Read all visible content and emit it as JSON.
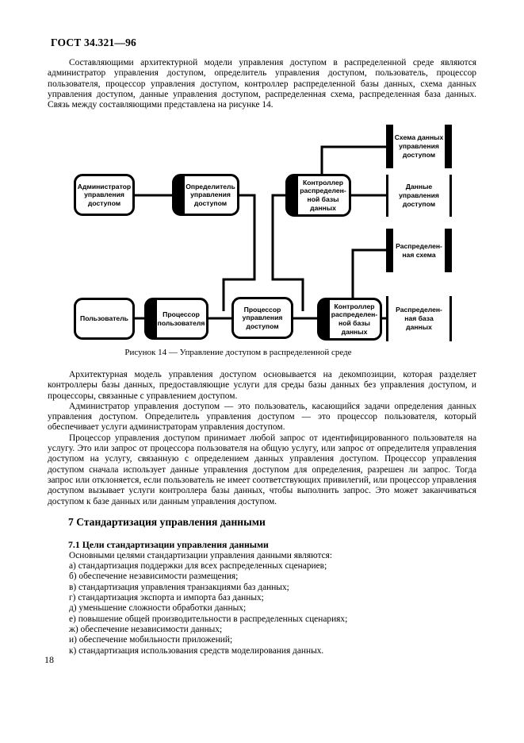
{
  "colors": {
    "ink": "#000000",
    "paper": "#ffffff"
  },
  "page": {
    "header": "ГОСТ 34.321—96",
    "page_number": "18"
  },
  "paragraphs": {
    "p1": "Составляющими архитектурной модели управления доступом в распределенной среде являются администратор управления доступом, определитель управления доступом, пользователь, процессор пользователя, процессор управления доступом, контроллер распределенной базы данных, схема данных управления доступом, данные управления доступом, распределенная схема, распределенная база данных. Связь между составляющими представлена на рисунке 14.",
    "p2": "Архитектурная модель управления доступом основывается на декомпозиции, которая разделяет контроллеры базы данных, предоставляющие услуги для среды базы данных без управления доступом, и процессоры, связанные с управлением доступом.",
    "p3": "Администратор управления доступом — это пользователь, касающийся задачи определения данных управления доступом. Определитель управления доступом — это процессор пользователя, который обеспечивает услуги администраторам управления доступом.",
    "p4": "Процессор управления доступом принимает любой запрос от идентифицированного пользователя на услугу. Это или запрос от процессора пользователя на общую услугу, или запрос от определителя управления доступом на услугу, связанную с определением данных управления доступом. Процессор управления доступом сначала использует данные управления доступом для определения, разрешен ли запрос. Тогда запрос или отклоняется, если пользователь не имеет соответствующих привилегий, или процессор управления доступом вызывает услуги контроллера базы данных, чтобы выполнить запрос. Это может заканчиваться доступом к базе данных или данным управления доступом."
  },
  "figure": {
    "caption": "Рисунок 14 — Управление доступом в распределенной среде",
    "nodes": {
      "administrator": {
        "label": "Администратор\nуправления\nдоступом"
      },
      "definer": {
        "label": "Определитель\nуправления\nдоступом"
      },
      "controller_top": {
        "label": "Контроллер\nраспределен-\nной базы\nданных"
      },
      "user": {
        "label": "Пользователь"
      },
      "user_processor": {
        "label": "Процессор\nпользователя"
      },
      "access_processor": {
        "label": "Процессор\nуправления\nдоступом"
      },
      "controller_bottom": {
        "label": "Контроллер\nраспределен-\nной базы\nданных"
      }
    },
    "stores": {
      "access_schema": {
        "label": "Схема данных\nуправления\nдоступом"
      },
      "access_data": {
        "label": "Данные\nуправления\nдоступом"
      },
      "dist_schema": {
        "label": "Распределен-\nная схема"
      },
      "dist_db": {
        "label": "Распределен-\nная база\nданных"
      }
    }
  },
  "section7": {
    "heading": "7 Стандартизация управления данными",
    "subheading": "7.1 Цели стандартизации управления данными",
    "intro": "Основными целями стандартизации управления данными являются:",
    "items": [
      "а) стандартизация поддержки для всех распределенных сценариев;",
      "б) обеспечение независимости размещения;",
      "в) стандартизация управления транзакциями баз данных;",
      "г) стандартизация экспорта и импорта баз данных;",
      "д) уменьшение сложности обработки данных;",
      "е) повышение общей производительности в распределенных сценариях;",
      "ж) обеспечение независимости данных;",
      "и) обеспечение мобильности приложений;",
      "к) стандартизация использования средств моделирования данных."
    ]
  }
}
